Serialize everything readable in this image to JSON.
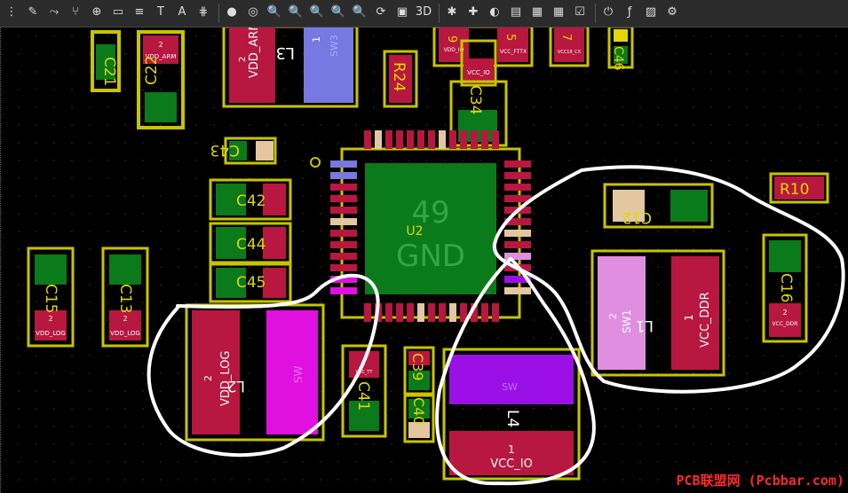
{
  "toolbar": {
    "buttons": [
      {
        "name": "menu-button",
        "glyph": "⋮"
      },
      {
        "name": "pen-tool-icon",
        "glyph": "✎"
      },
      {
        "name": "route-tool-icon",
        "glyph": "⤳"
      },
      {
        "name": "connect-tool-icon",
        "glyph": "⑂"
      },
      {
        "name": "via-tool-icon",
        "glyph": "⊕"
      },
      {
        "name": "board-tool-icon",
        "glyph": "▭"
      },
      {
        "name": "align-tool-icon",
        "glyph": "≡"
      },
      {
        "name": "text-tool-icon",
        "glyph": "T"
      },
      {
        "name": "measure-tool-icon",
        "glyph": "A"
      },
      {
        "name": "grid-tool-icon",
        "glyph": "⋕"
      },
      {
        "name": "stop-icon",
        "glyph": "●"
      },
      {
        "name": "zoom-area-icon",
        "glyph": "◎"
      },
      {
        "name": "zoom-in-icon",
        "glyph": "🔍"
      },
      {
        "name": "zoom-out-icon",
        "glyph": "🔍"
      },
      {
        "name": "zoom-fit-icon",
        "glyph": "🔍"
      },
      {
        "name": "zoom-selected-icon",
        "glyph": "🔍"
      },
      {
        "name": "zoom-previous-icon",
        "glyph": "🔍"
      },
      {
        "name": "refresh-icon",
        "glyph": "⟳"
      },
      {
        "name": "board-view-icon",
        "glyph": "▣"
      },
      {
        "name": "view-3d-icon",
        "glyph": "3D"
      },
      {
        "name": "highlight-icon",
        "glyph": "✱"
      },
      {
        "name": "add-footprint-icon",
        "glyph": "✚"
      },
      {
        "name": "palette-icon",
        "glyph": "◐"
      },
      {
        "name": "library-icon",
        "glyph": "▤"
      },
      {
        "name": "layers-icon",
        "glyph": "▦"
      },
      {
        "name": "table-icon",
        "glyph": "▦"
      },
      {
        "name": "checklist-icon",
        "glyph": "☑"
      },
      {
        "name": "power-icon",
        "glyph": "⏻"
      },
      {
        "name": "script-icon",
        "glyph": "ƒ"
      },
      {
        "name": "image-icon",
        "glyph": "▨"
      },
      {
        "name": "settings-icon",
        "glyph": "⚙"
      }
    ]
  },
  "colors": {
    "pad_red": "#b8173f",
    "pad_green": "#0a7a1a",
    "outline_yellow": "#c8c400",
    "silk_white": "#ffffff",
    "pad_blue": "#7778e0",
    "pad_magenta": "#e010e0",
    "pad_purple": "#9b10e6",
    "pad_pink": "#e08ee0",
    "pad_tan": "#e2c7a0",
    "ic_green": "#0a7a1a"
  },
  "refs": {
    "c21": "C21",
    "c22": "C22",
    "l3": "L3",
    "r24": "R24",
    "c34": "C34",
    "c43": "C43",
    "c42": "C42",
    "c44": "C44",
    "c45": "C45",
    "u2": "U2",
    "u2_num": "49",
    "u2_net": "GND",
    "r10": "R10",
    "c12": "C12",
    "c16": "C16",
    "l1": "L1",
    "c15": "C15",
    "c13": "C13",
    "l2": "L2",
    "c41": "C41",
    "c39": "C39",
    "c40": "C40",
    "l4": "L4",
    "c46": "C46"
  },
  "nets": {
    "vdd_arm": "VDD_ARM",
    "vdd_log": "VDD_LOG",
    "vcc_io": "VCC_IO",
    "vcc_ddr": "VCC_DDR",
    "sw": "SW",
    "sw1": "SW1",
    "sw3": "SW3",
    "vcc_tt": "VCC_TT"
  },
  "pins": {
    "one": "1",
    "two": "2"
  },
  "partial_labels": {
    "p9": "9",
    "p5": "5",
    "p7": "7",
    "vdd_io_small": "VDD_IO",
    "vcc_io_fttx": "VCC_FTTX",
    "vcc18_cx": "VCC18_CX"
  },
  "watermark": "PCB联盟网 (Pcbbar.com)"
}
